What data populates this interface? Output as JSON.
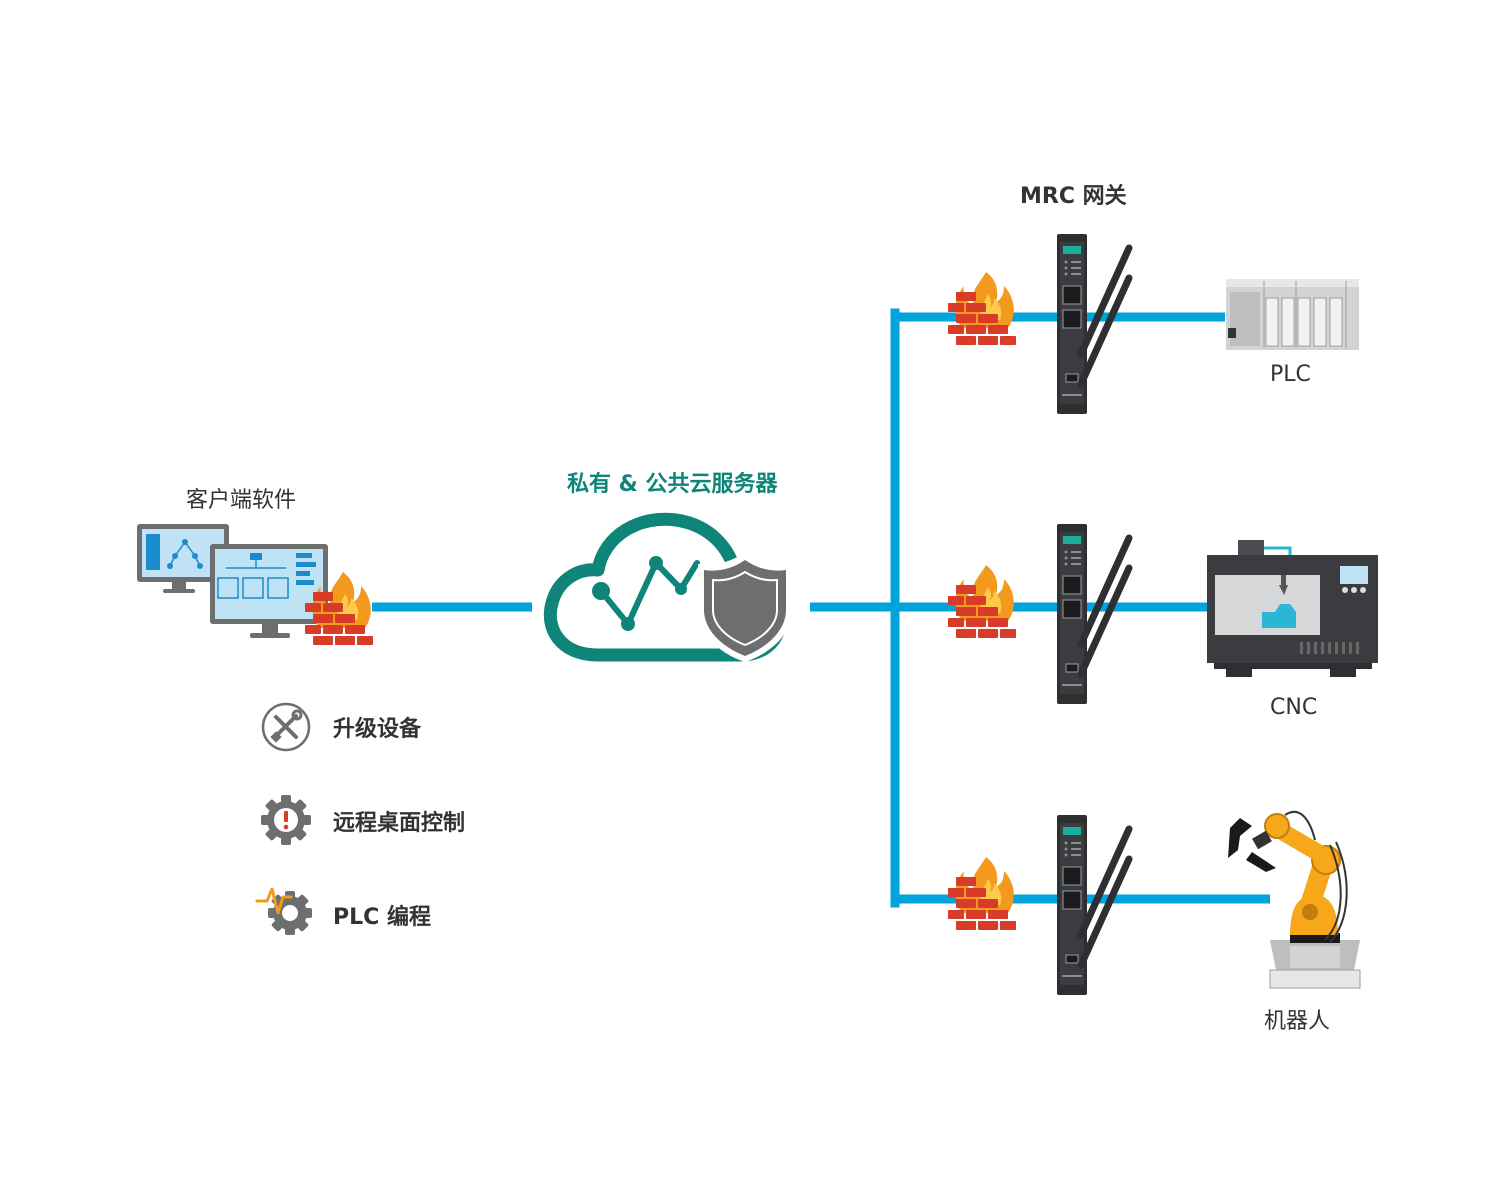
{
  "colors": {
    "line": "#00a3dc",
    "cloud": "#0f857a",
    "shield": "#6d6e70",
    "brick": "#d83b27",
    "flame": "#f39a1e",
    "device": "#2d2f31",
    "robot": "#f6a81a",
    "label": "#333333"
  },
  "client": {
    "label": "客户端软件",
    "icon": "monitor-icon"
  },
  "cloud": {
    "title": "私有 & 公共云服务器",
    "icon": "cloud-shield-icon"
  },
  "gateway": {
    "title": "MRC 网关",
    "icon": "mrc-gateway-icon"
  },
  "devices": [
    {
      "label": "PLC",
      "icon": "plc-icon"
    },
    {
      "label": "CNC",
      "icon": "cnc-machine-icon"
    },
    {
      "label": "机器人",
      "icon": "robot-arm-icon"
    }
  ],
  "features": [
    {
      "label": "升级设备",
      "icon": "wrench-screwdriver-icon"
    },
    {
      "label": "远程桌面控制",
      "icon": "gear-alert-icon"
    },
    {
      "label": "PLC 编程",
      "icon": "gear-signal-icon"
    }
  ]
}
